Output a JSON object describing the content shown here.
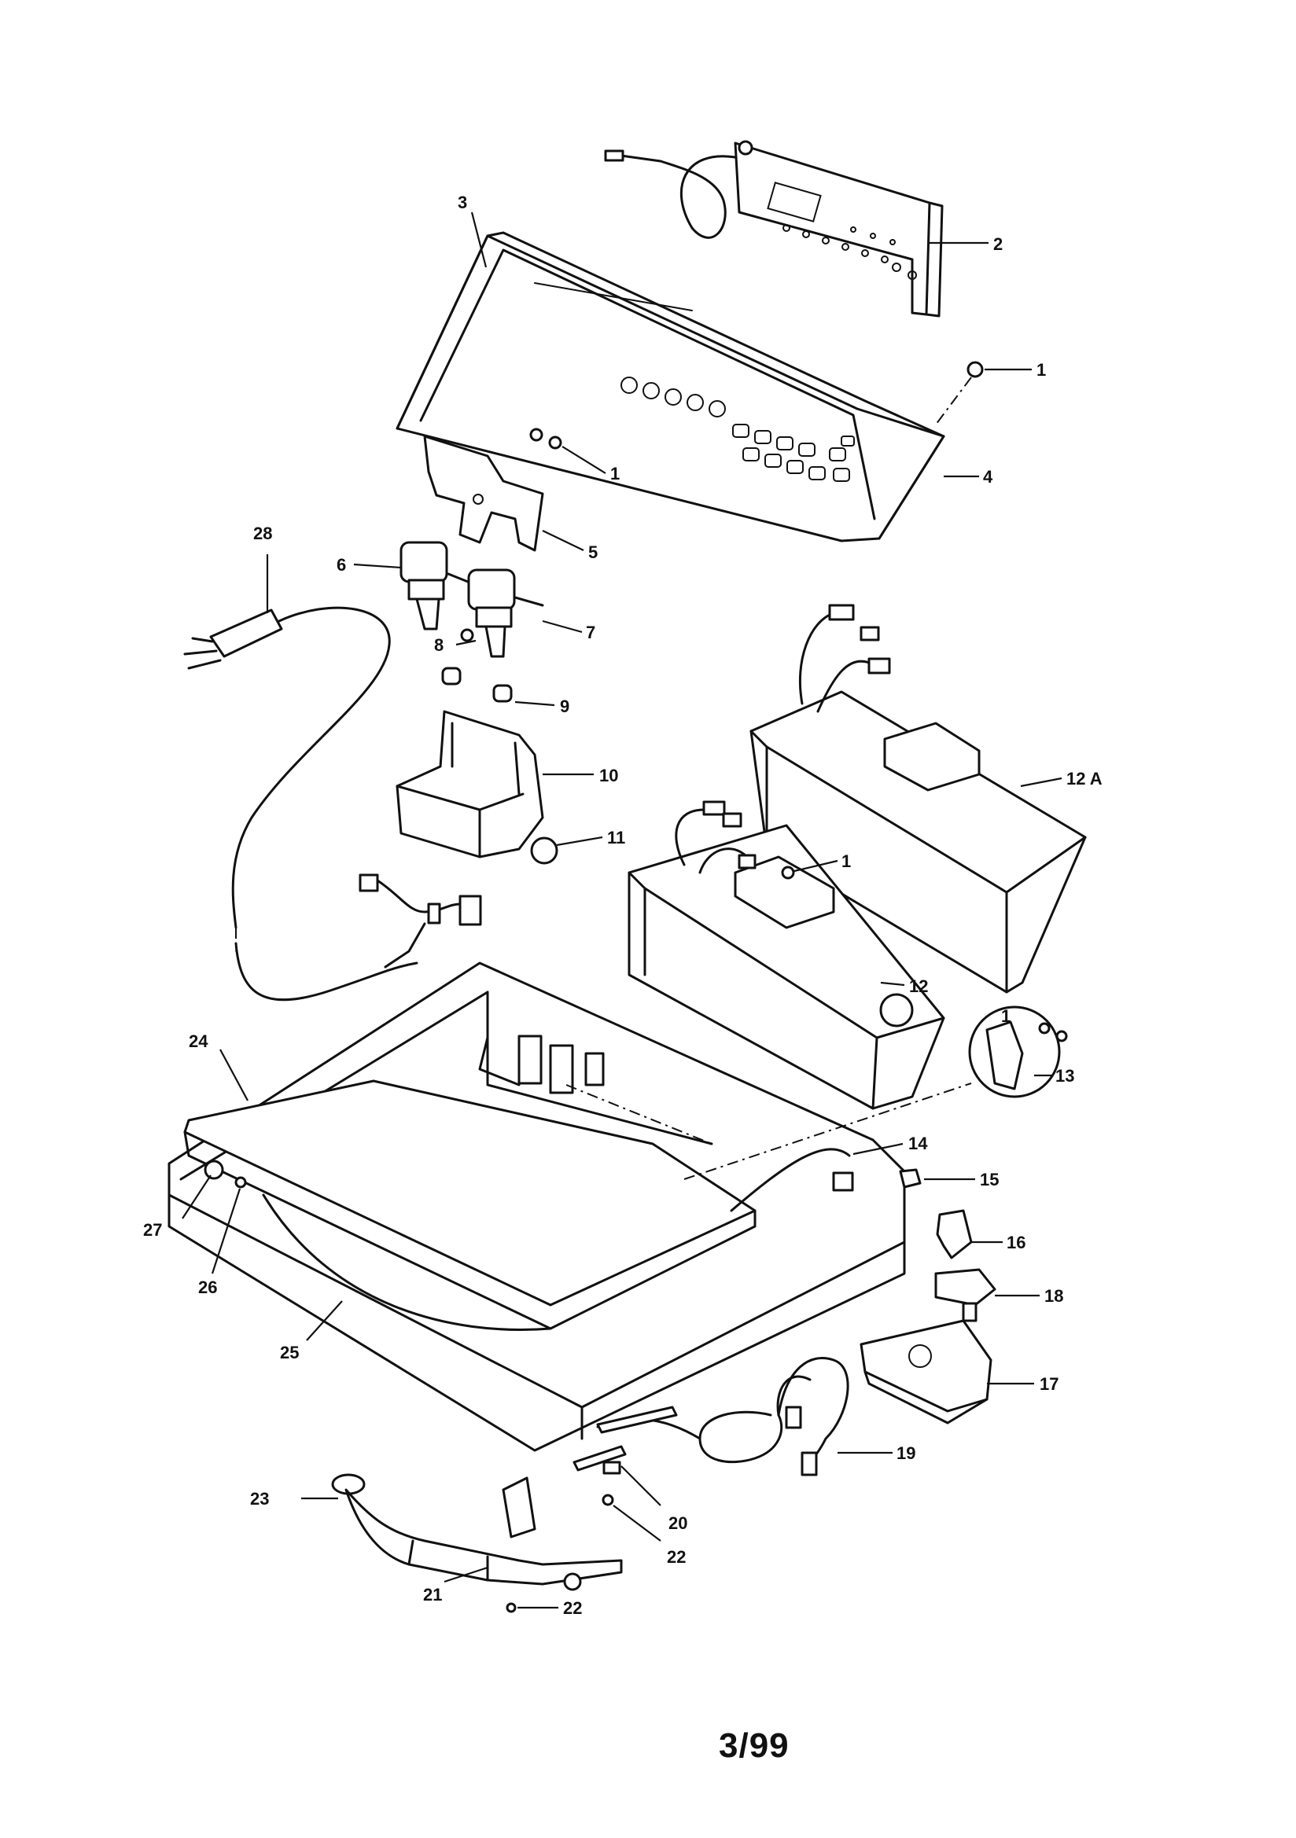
{
  "page": {
    "page_number": "3/99"
  },
  "callouts": [
    {
      "id": "c1a",
      "text": "1"
    },
    {
      "id": "c2",
      "text": "2"
    },
    {
      "id": "c3",
      "text": "3"
    },
    {
      "id": "c4",
      "text": "4"
    },
    {
      "id": "c1b",
      "text": "1"
    },
    {
      "id": "c5",
      "text": "5"
    },
    {
      "id": "c28",
      "text": "28"
    },
    {
      "id": "c6",
      "text": "6"
    },
    {
      "id": "c7",
      "text": "7"
    },
    {
      "id": "c8",
      "text": "8"
    },
    {
      "id": "c9",
      "text": "9"
    },
    {
      "id": "c10",
      "text": "10"
    },
    {
      "id": "c11",
      "text": "11"
    },
    {
      "id": "c12a",
      "text": "12 A"
    },
    {
      "id": "c1c",
      "text": "1"
    },
    {
      "id": "c12",
      "text": "12"
    },
    {
      "id": "c1d",
      "text": "1"
    },
    {
      "id": "c13",
      "text": "13"
    },
    {
      "id": "c24",
      "text": "24"
    },
    {
      "id": "c14",
      "text": "14"
    },
    {
      "id": "c15",
      "text": "15"
    },
    {
      "id": "c16",
      "text": "16"
    },
    {
      "id": "c18",
      "text": "18"
    },
    {
      "id": "c27",
      "text": "27"
    },
    {
      "id": "c26",
      "text": "26"
    },
    {
      "id": "c25",
      "text": "25"
    },
    {
      "id": "c17",
      "text": "17"
    },
    {
      "id": "c19",
      "text": "19"
    },
    {
      "id": "c23",
      "text": "23"
    },
    {
      "id": "c20",
      "text": "20"
    },
    {
      "id": "c22a",
      "text": "22"
    },
    {
      "id": "c21",
      "text": "21"
    },
    {
      "id": "c22b",
      "text": "22"
    }
  ]
}
